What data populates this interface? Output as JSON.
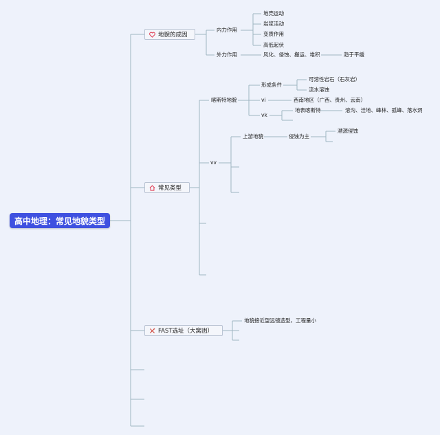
{
  "root": "高中地理：常见地貌类型",
  "cause": {
    "title": "地貌的成因",
    "internal": {
      "label": "内力作用",
      "items": [
        "地壳运动",
        "岩浆活动",
        "变质作用",
        "高低起伏"
      ]
    },
    "external": {
      "label": "外力作用",
      "desc": "风化、侵蚀、搬运、堆积",
      "result": "趋于平缓"
    }
  },
  "types": {
    "title": "常见类型",
    "karst": {
      "label": "喀斯特地貌",
      "condition": {
        "label": "形成条件",
        "items": [
          "可溶性岩石（石灰岩）",
          "流水溶蚀"
        ]
      },
      "vi": {
        "label": "vi",
        "value": "西南地区（广西、贵州、云南）"
      },
      "vk": {
        "label": "vk",
        "surface": {
          "label": "地表喀斯特",
          "value": "溶沟、洼地、峰林、孤峰、落水洞"
        }
      }
    },
    "vv": {
      "label": "vv",
      "upstream": {
        "label": "上游地貌",
        "erosion": {
          "label": "侵蚀为主",
          "item": "溯源侵蚀"
        }
      }
    }
  },
  "fast": {
    "title": "FAST选址（大窝凼）",
    "note": "地貌接近望远镜造型，工程量小"
  },
  "colors": {
    "root_bg": "#3f51e0",
    "line": "#9fb5c2",
    "background": "#eef2fb",
    "heart_icon": "#e0435a",
    "home_icon": "#e0435a",
    "tools_icon": "#d0453a"
  },
  "icons": [
    "heart-icon",
    "home-icon",
    "tools-icon"
  ]
}
